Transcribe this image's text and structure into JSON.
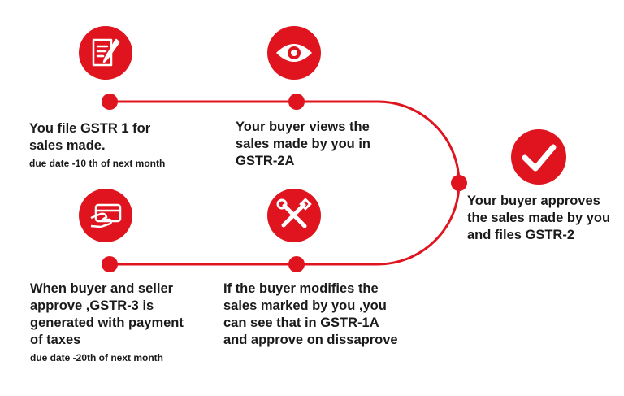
{
  "colors": {
    "accent": "#e0141e",
    "text": "#1a1a1a",
    "background": "#ffffff"
  },
  "steps": [
    {
      "icon": "file-edit-icon",
      "lines": [
        "You file GSTR 1 for",
        "sales made."
      ],
      "note": "due date -10 th of next month"
    },
    {
      "icon": "eye-icon",
      "lines": [
        "Your buyer views the",
        "sales made by you in",
        "GSTR-2A"
      ]
    },
    {
      "icon": "checkmark-icon",
      "lines": [
        "Your buyer approves",
        "the sales made by you",
        "and files GSTR-2"
      ]
    },
    {
      "icon": "tools-icon",
      "lines": [
        "If the buyer modifies the",
        "sales marked by you ,you",
        "can see that in GSTR-1A",
        "and approve on dissaprove"
      ]
    },
    {
      "icon": "card-payment-icon",
      "lines": [
        "When buyer and seller",
        "approve ,GSTR-3 is",
        "generated with payment",
        "of taxes"
      ],
      "note": "due date -20th of next month"
    }
  ]
}
